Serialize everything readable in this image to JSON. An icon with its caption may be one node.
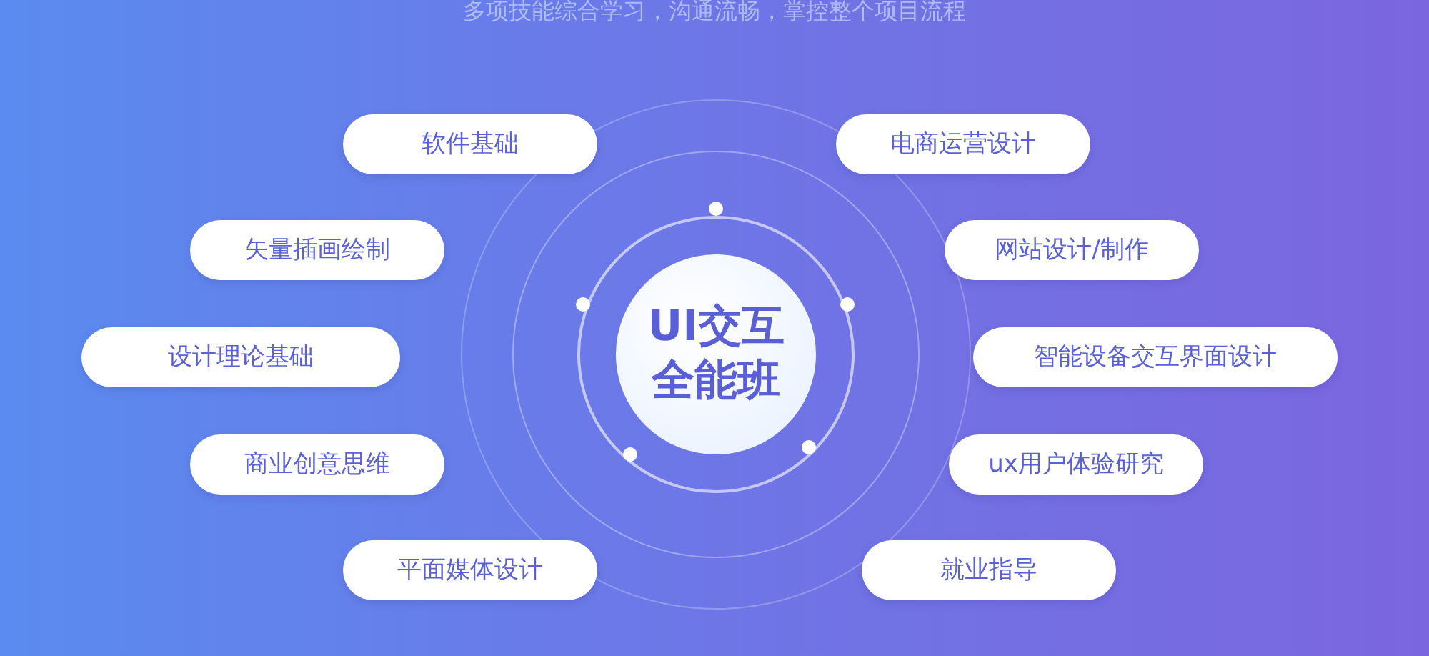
{
  "diagram": {
    "title": "多项技能综合学习，沟通流畅，掌控整个项目流程",
    "nodes": [
      {
        "text": [
          "UI交互全能班"
        ]
      },
      {
        "text": [
          "软件基础"
        ]
      },
      {
        "text": [
          "电商运营设计"
        ]
      },
      {
        "text": [
          "矢量插画绘制"
        ]
      },
      {
        "text": [
          "网站设计/制作"
        ]
      },
      {
        "text": [
          "设计理论基础"
        ]
      },
      {
        "text": [
          "智能设备交互界面设计"
        ]
      },
      {
        "text": [
          "商业创意思维"
        ]
      },
      {
        "text": [
          "ux用户体验研究"
        ]
      },
      {
        "text": [
          "平面媒体设计"
        ]
      },
      {
        "text": [
          "就业指导"
        ]
      }
    ],
    "edges": []
  }
}
